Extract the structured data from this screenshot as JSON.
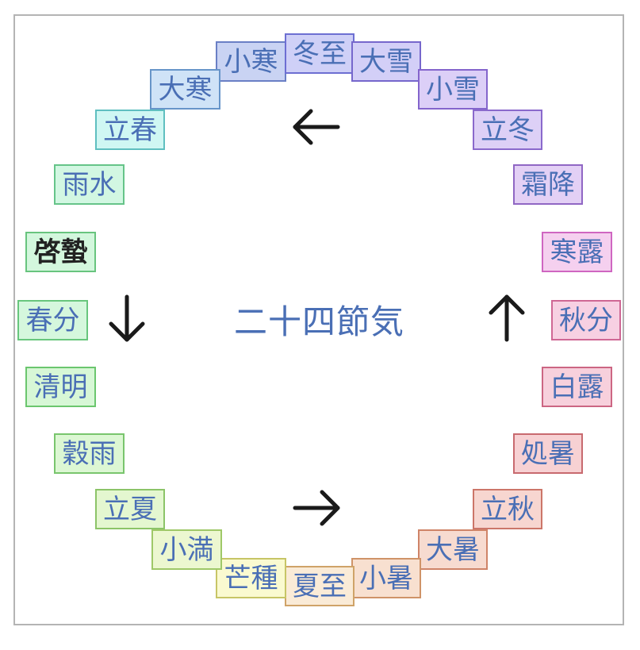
{
  "title": "二十四節気",
  "terms": [
    {
      "id": "shokan",
      "label": "小寒",
      "bg": "#c9d3f3",
      "border": "#6a7fc5",
      "bold": false
    },
    {
      "id": "touji",
      "label": "冬至",
      "bg": "#cfd0f7",
      "border": "#6d6fd2",
      "bold": false
    },
    {
      "id": "taisetsu",
      "label": "大雪",
      "bg": "#d3cff7",
      "border": "#7667cc",
      "bold": false
    },
    {
      "id": "shousetsu",
      "label": "小雪",
      "bg": "#dccff7",
      "border": "#8465cc",
      "bold": false
    },
    {
      "id": "rittou",
      "label": "立冬",
      "bg": "#ddd0f6",
      "border": "#8a69cc",
      "bold": false
    },
    {
      "id": "soukou",
      "label": "霜降",
      "bg": "#e3d0f5",
      "border": "#9067c4",
      "bold": false
    },
    {
      "id": "kanro",
      "label": "寒露",
      "bg": "#f5d0ef",
      "border": "#cf66c1",
      "bold": false
    },
    {
      "id": "shuubun",
      "label": "秋分",
      "bg": "#f7d0e2",
      "border": "#cf6794",
      "bold": false
    },
    {
      "id": "hakuro",
      "label": "白露",
      "bg": "#f7d0dc",
      "border": "#cc6683",
      "bold": false
    },
    {
      "id": "shosho",
      "label": "処暑",
      "bg": "#f7d1d3",
      "border": "#c86a6f",
      "bold": false
    },
    {
      "id": "risshuu",
      "label": "立秋",
      "bg": "#f7d6d0",
      "border": "#cc7669",
      "bold": false
    },
    {
      "id": "taisho",
      "label": "大暑",
      "bg": "#f7dbd0",
      "border": "#cf8468",
      "bold": false
    },
    {
      "id": "shousho",
      "label": "小暑",
      "bg": "#f8e0d0",
      "border": "#cf9368",
      "bold": false
    },
    {
      "id": "geshi",
      "label": "夏至",
      "bg": "#faebd7",
      "border": "#cfa368",
      "bold": false
    },
    {
      "id": "boushu",
      "label": "芒種",
      "bg": "#fafad0",
      "border": "#c7c566",
      "bold": false
    },
    {
      "id": "shouman",
      "label": "小満",
      "bg": "#ecf7d0",
      "border": "#9fc868",
      "bold": false
    },
    {
      "id": "rikka",
      "label": "立夏",
      "bg": "#e4f7d0",
      "border": "#8cc468",
      "bold": false
    },
    {
      "id": "kokuu",
      "label": "穀雨",
      "bg": "#dcf7d3",
      "border": "#79c56d",
      "bold": false
    },
    {
      "id": "seimei",
      "label": "清明",
      "bg": "#d7f7d6",
      "border": "#6bc66e",
      "bold": false
    },
    {
      "id": "shunbun",
      "label": "春分",
      "bg": "#d5f7dd",
      "border": "#68c67d",
      "bold": false
    },
    {
      "id": "keichitsu",
      "label": "啓蟄",
      "bg": "#d3f7dd",
      "border": "#68c47e",
      "bold": true
    },
    {
      "id": "usui",
      "label": "雨水",
      "bg": "#d2f7e2",
      "border": "#66c489",
      "bold": false
    },
    {
      "id": "risshun",
      "label": "立春",
      "bg": "#cff7f3",
      "border": "#5fbfc0",
      "bold": false
    },
    {
      "id": "daikan",
      "label": "大寒",
      "bg": "#cfe3f7",
      "border": "#6795c9",
      "bold": false
    }
  ],
  "arrows": [
    {
      "id": "top",
      "direction": "left"
    },
    {
      "id": "left",
      "direction": "down"
    },
    {
      "id": "bottom",
      "direction": "right"
    },
    {
      "id": "right",
      "direction": "up"
    }
  ]
}
